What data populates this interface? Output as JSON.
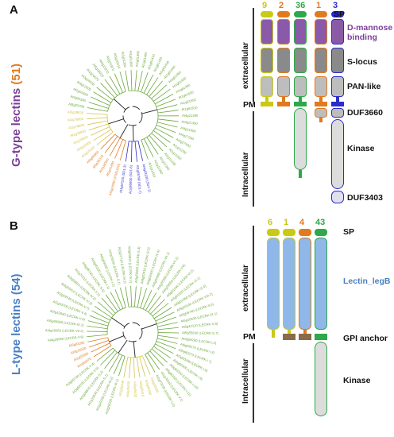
{
  "panelA": {
    "letter": "A",
    "title": "G-type lectins",
    "count": "(51)",
    "title_color": "#7b3f98",
    "count_color": "#e07a1f",
    "tree": {
      "clades": [
        {
          "color": "#6aa83a",
          "leaves": [
            "At1g61360",
            "At1g61380",
            "At1g61390",
            "At1g61400",
            "At1g61410",
            "At1g61420",
            "At1g61430",
            "At1g61440",
            "At1g61460",
            "At1g61480",
            "At1g61490",
            "At1g61500",
            "At1g61550",
            "At1g61610",
            "At4g21380",
            "At4g21390",
            "At4g11900",
            "At4g27290",
            "At4g27300",
            "At1g11280",
            "At1g11300",
            "At1g11330",
            "At1g11340",
            "At1g11350",
            "At1g11410"
          ]
        },
        {
          "color": "#2c2cc9",
          "leaves": [
            "At4g03230 (SD1-1)",
            "At1g65790 (SD1-7)",
            "At1g65800 (SD1-6)",
            "At1g67520 (SD1-3)"
          ]
        },
        {
          "color": "#e07a1f",
          "leaves": [
            "At5g24080 (PSEUDO)",
            "At2g41890",
            "At1g34300",
            "At5g35370",
            "At5g60900"
          ]
        },
        {
          "color": "#d4c24a",
          "leaves": [
            "At2g19130",
            "At4g32300",
            "At1g78820",
            "At1g78830",
            "At1g78850",
            "At1g78860",
            "At5g39030"
          ]
        },
        {
          "color": "#6aa83a",
          "leaves": [
            "At5g03700",
            "At4g00340",
            "At2g01820",
            "At3g12000",
            "At3g16030",
            "At1g16670",
            "At5g18910",
            "At4g33370",
            "At2g41870",
            "At5g10010"
          ]
        }
      ]
    },
    "domains": {
      "columns": [
        {
          "count": "9",
          "color": "#c9c916",
          "segments": [
            "SP",
            "D-mannose binding",
            "S-locus",
            "PAN-like",
            "PM"
          ]
        },
        {
          "count": "2",
          "color": "#e07a1f",
          "segments": [
            "SP",
            "D-mannose binding",
            "S-locus",
            "PAN-like",
            "PM"
          ]
        },
        {
          "count": "36",
          "color": "#2ea84a",
          "segments": [
            "SP",
            "D-mannose binding",
            "S-locus",
            "PAN-like",
            "PM",
            "Kinase"
          ]
        },
        {
          "count": "1",
          "color": "#e07a1f",
          "segments": [
            "SP",
            "D-mannose binding",
            "S-locus",
            "PAN-like",
            "PM",
            "DUF3660"
          ]
        },
        {
          "count": "3",
          "color": "#2c2cc9",
          "segments": [
            "SP",
            "D-mannose binding",
            "S-locus",
            "PAN-like",
            "PM",
            "DUF3660",
            "Kinase",
            "DUF3403"
          ]
        }
      ],
      "labels": {
        "sp": "SP",
        "dmannose": "D-mannose binding",
        "slocus": "S-locus",
        "pan": "PAN-like",
        "duf3660": "DUF3660",
        "kinase": "Kinase",
        "duf3403": "DUF3403",
        "pm": "PM",
        "extracellular": "extracellular",
        "intracellular": "Intracellular"
      },
      "colors": {
        "dmannose": "#8a5aa8",
        "slocus": "#8a8a8a",
        "pan": "#bdbdbd",
        "kinase": "#dcdcdc",
        "dmannose_label": "#7b3f98"
      }
    }
  },
  "panelB": {
    "letter": "B",
    "title": "L-type lectins",
    "count": "(54)",
    "title_color": "#4a7fc4",
    "count_color": "#4a7fc4",
    "tree": {
      "clades": [
        {
          "color": "#6aa83a",
          "leaves": [
            "At2g37710 (LECRK-IV.1)",
            "At3g53810 (LECRK-IV.2)",
            "At3g55550 (LECRK-S.4)",
            "At4g02410 (LECRK-IV.3)",
            "At4g02420 (LECRK-IV.4)",
            "At4g04960 (LECRK-VII.1)",
            "At4g28350 (LECRK-VII.2)",
            "At4g29050 (LECRK-V.6)",
            "At5g01540 (LECRK-VI.2)",
            "At5g01550 (LECRK-VI.1)",
            "At5g01560 (LECRK-VI.3)",
            "At5g03140 (LECRK-VIII.2)",
            "At5g06740 (LECRK-S.5)",
            "At5g10530 (LECRK-IX.1)",
            "At5g42120 (LECRK-S.6)",
            "At5g55830 (LECRK-S.7)",
            "At5g59260 (LECRK-I.2)",
            "At5g59270 (LECRK-I.3)",
            "At5g60270 (LECRK-I.7)",
            "At5g60280 (LECRK-I.8)",
            "At5g60300 (LECRK-I.9)",
            "At5g60310 (LECRK-I.10)",
            "At5g60320 (LECRK-I.11)",
            "At1g70110 (LECRK-V.1)",
            "At1g70130 (LECRK-V.2)"
          ]
        },
        {
          "color": "#d4c24a",
          "leaves": [
            "At3g45330",
            "At3g45390",
            "At3g45410",
            "At3g45420",
            "At3g45430",
            "At3g45440"
          ]
        },
        {
          "color": "#6aa83a",
          "leaves": [
            "At2g29220 (LECRK-III.1)",
            "At2g29250 (LECRK-III.2)",
            "At1g15530 (LECRK-S.1)",
            "At3g08870 (LECRK-S.2)",
            "At3g59700 (LECRK-V.5)",
            "At3g59730 (LECRK-V.4)"
          ]
        },
        {
          "color": "#e07a1f",
          "leaves": [
            "At1g53070",
            "At1g53080",
            "At3g16530",
            "At5g03350"
          ]
        },
        {
          "color": "#6aa83a",
          "leaves": [
            "At4g29050 (LECRK-V.6)",
            "At4g28350 (LECRK-VII.2)",
            "At5g65600 (LECRK-IX.2)",
            "At2g43690 (LECRK-V.3)",
            "At2g43700 (LECRK-V.4)",
            "At3g59740 (LECRK-V.7)",
            "At4g02410 (LECRK-IV.3)",
            "At3g53810 (LECRK-IV.2)",
            "At1g70110 (LECRK-V.1)",
            "At5g06740 (LECRK-S.5)",
            "At3g45330 (LECRK-I.1)",
            "At5g59260 (LECRK-I.2)",
            "At1g15530 (LECRK-S.1)"
          ]
        }
      ]
    },
    "domains": {
      "columns": [
        {
          "count": "6",
          "color": "#c9c916",
          "segments": [
            "SP",
            "Lectin_legB"
          ]
        },
        {
          "count": "1",
          "color": "#c9c916",
          "segments": [
            "SP",
            "Lectin_legB",
            "GPI anchor"
          ]
        },
        {
          "count": "4",
          "color": "#e07a1f",
          "segments": [
            "SP",
            "Lectin_legB",
            "GPI anchor"
          ]
        },
        {
          "count": "43",
          "color": "#2ea84a",
          "segments": [
            "SP",
            "Lectin_legB",
            "PM",
            "Kinase"
          ]
        }
      ],
      "labels": {
        "sp": "SP",
        "lectin": "Lectin_legB",
        "gpi": "GPI anchor",
        "kinase": "Kinase",
        "pm": "PM",
        "extracellular": "extracellular",
        "intracellular": "Intracellular"
      },
      "colors": {
        "lectin": "#8fb8e8",
        "lectin_label": "#4a7fc4",
        "kinase": "#dcdcdc"
      }
    }
  }
}
